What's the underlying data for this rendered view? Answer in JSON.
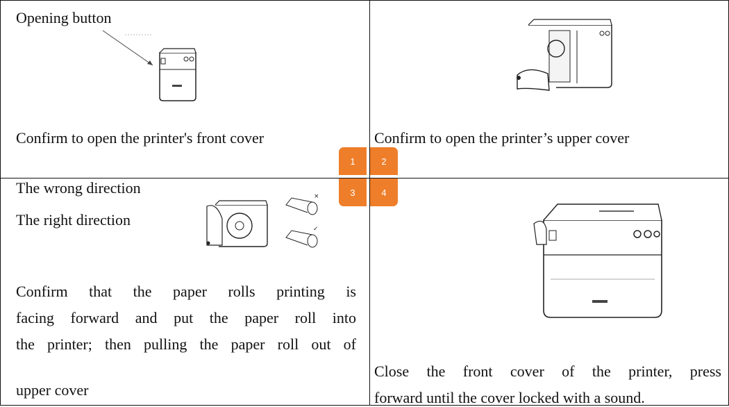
{
  "cells": {
    "c1": {
      "label": "Opening button",
      "caption": "Confirm to open the printer's front cover"
    },
    "c2": {
      "caption": "Confirm to open the printer’s upper cover"
    },
    "c3": {
      "label_wrong": "The wrong direction",
      "label_right": "The right direction",
      "caption_lines": [
        "Confirm that the paper rolls printing is",
        "facing forward and put the paper roll into",
        "the printer; then pulling the paper roll out of",
        "upper cover"
      ]
    },
    "c4": {
      "caption_lines": [
        "Close the front cover of the printer, press",
        "forward until the cover locked with a sound."
      ]
    }
  },
  "badges": [
    "1",
    "2",
    "3",
    "4"
  ],
  "colors": {
    "badge": "#ee7e2a",
    "line": "#111111"
  }
}
